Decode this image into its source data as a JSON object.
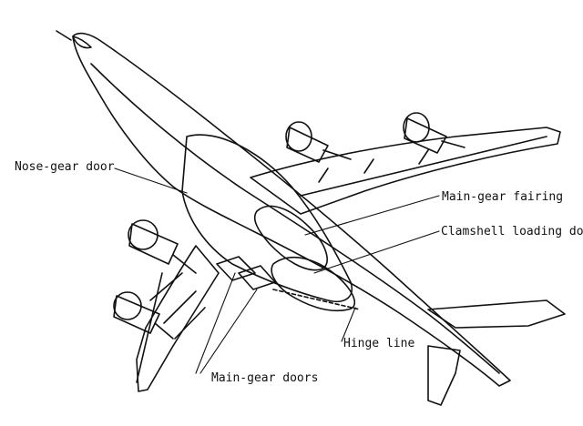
{
  "labels": {
    "nose_gear_door": "Nose-gear door",
    "main_gear_fairing": "Main-gear fairing",
    "clamshell_loading_door": "Clamshell loading door",
    "hinge_line": "Hinge line",
    "main_gear_doors": "Main-gear doors"
  },
  "colors": {
    "ink": "#111111",
    "background": "#ffffff"
  }
}
